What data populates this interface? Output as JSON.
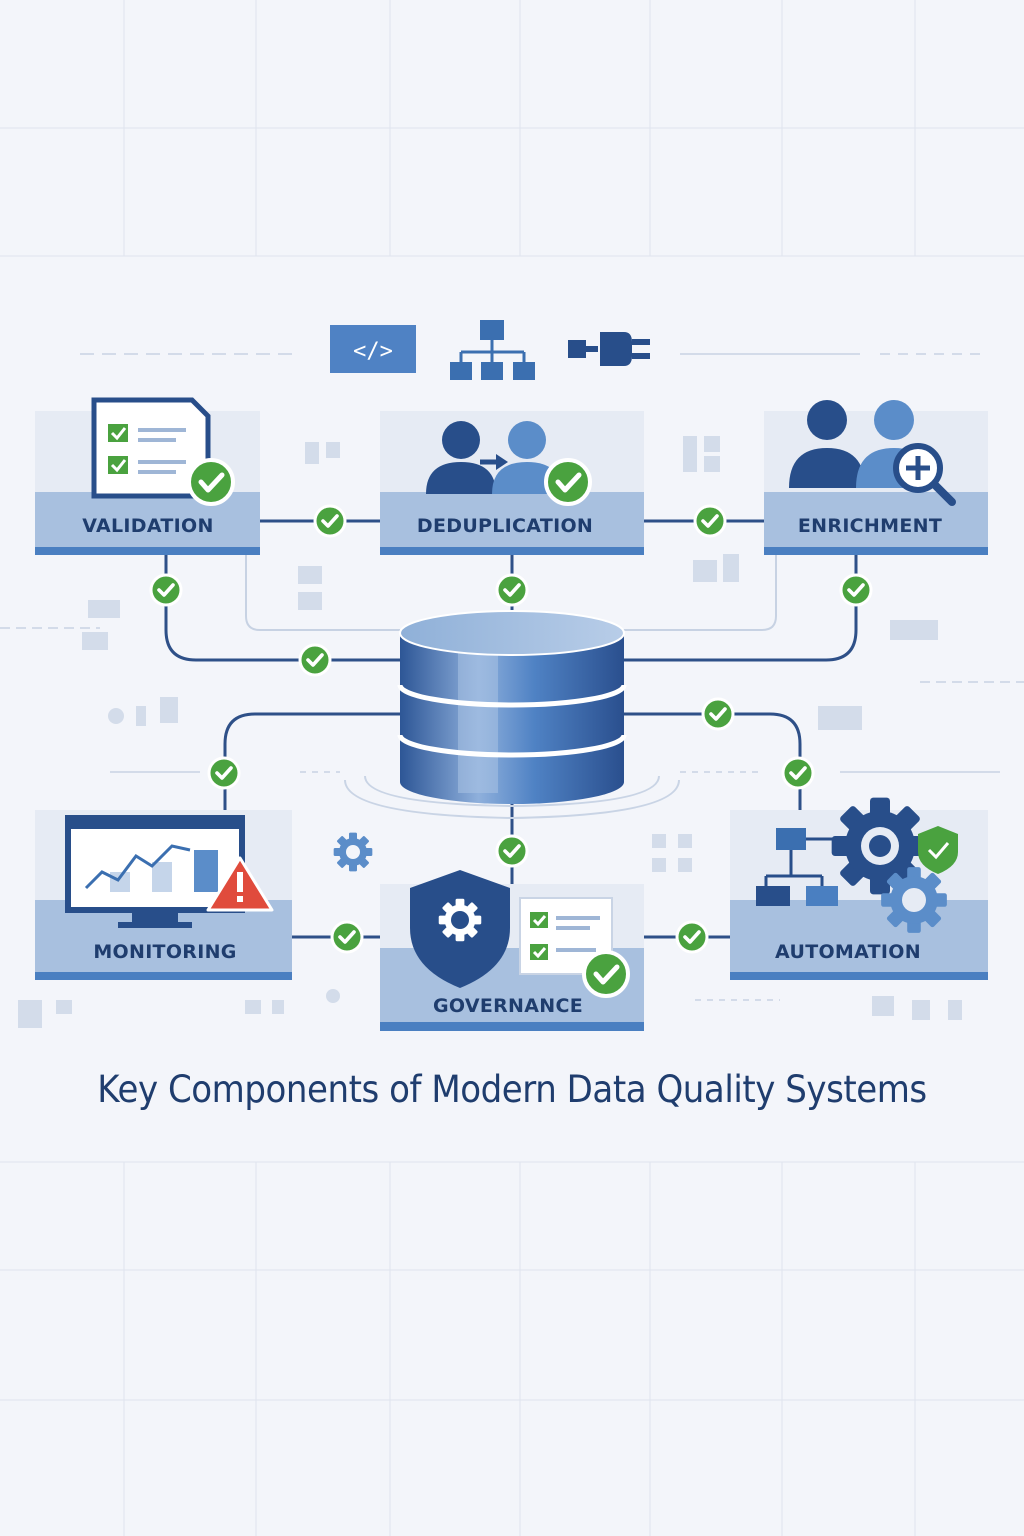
{
  "title": "Key Components of Modern Data Quality Systems",
  "components": {
    "validation": {
      "label": "VALIDATION",
      "icon": "checklist-document-icon"
    },
    "deduplication": {
      "label": "DEDUPLICATION",
      "icon": "merge-users-icon"
    },
    "enrichment": {
      "label": "ENRICHMENT",
      "icon": "user-search-plus-icon"
    },
    "monitoring": {
      "label": "MONITORING",
      "icon": "monitor-chart-alert-icon"
    },
    "governance": {
      "label": "GOVERNANCE",
      "icon": "shield-gear-icon"
    },
    "automation": {
      "label": "AUTOMATION",
      "icon": "gears-workflow-icon"
    }
  },
  "hub": {
    "icon": "database-icon"
  },
  "top_icons": [
    "code-icon",
    "hierarchy-icon",
    "plug-icon"
  ],
  "colors": {
    "background": "#f3f5fa",
    "card": "#e6ebf4",
    "card_band": "#a8c0df",
    "navy": "#284e8a",
    "accent_blue": "#4a7fc1",
    "check_green": "#4aa23f",
    "alert_red": "#e04b3c",
    "title": "#1f3d6e"
  }
}
